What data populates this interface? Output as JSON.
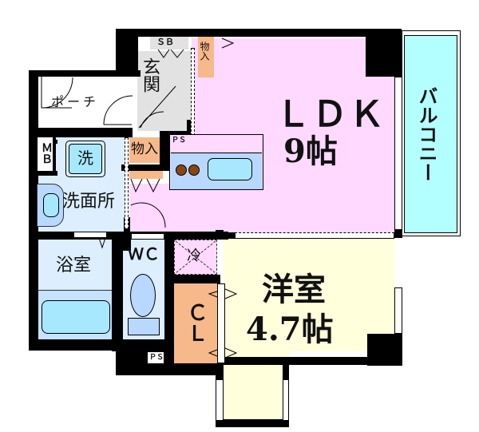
{
  "plan": {
    "colors": {
      "ldk": "#ffd9ff",
      "balcony": "#b3ffff",
      "western_room": "#ffffdc",
      "wet_area": "#dceeff",
      "fixture_blue": "#a8e8ff",
      "fixture_mid": "#b8d8ff",
      "storage": "#f7b98a",
      "entrance": "#e2e2e2",
      "wall": "#000000",
      "stove": "#8b4513"
    },
    "rooms": {
      "ldk": {
        "name": "ＬＤＫ",
        "size": "9帖"
      },
      "western": {
        "name": "洋室",
        "size": "4.7帖"
      },
      "balcony": {
        "name": "バルコニー"
      },
      "entrance": {
        "name": "玄関"
      },
      "porch": {
        "name": "ポーチ"
      },
      "washroom": {
        "name": "洗面所"
      },
      "washer": {
        "name": "洗"
      },
      "bathroom": {
        "name": "浴室"
      },
      "toilet": {
        "name": "ＷＣ"
      },
      "closet": {
        "name": "ＣＬ"
      },
      "fridge": {
        "name": "冷"
      },
      "storage_top": {
        "name": "物入"
      },
      "storage_mid": {
        "name": "物入"
      },
      "shoe_box": {
        "name": "ＳＢ"
      },
      "meter_box": {
        "name": "ＭＢ"
      },
      "pipe_space_top": {
        "name": "ＰＳ"
      },
      "pipe_space_bottom": {
        "name": "ＰＳ"
      }
    }
  }
}
